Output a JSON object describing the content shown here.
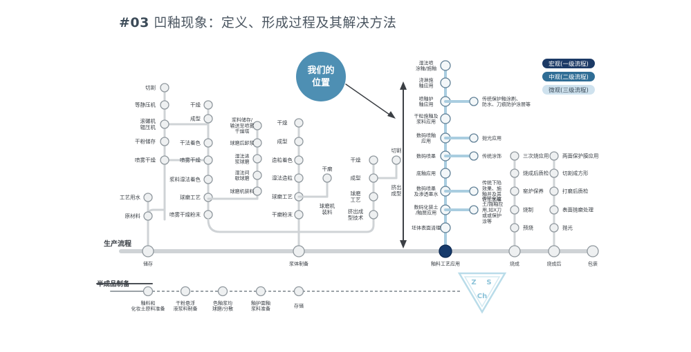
{
  "title": {
    "number": "#03",
    "text": "凹釉现象：定义、形成过程及其解决方法"
  },
  "bubble": {
    "line1": "我们的",
    "line2": "位置"
  },
  "legend": [
    {
      "label": "宏观(一级流程)",
      "color": "#1c3a66",
      "text_color": "#ffffff"
    },
    {
      "label": "中观(二级流程)",
      "color": "#2f6d95",
      "text_color": "#ffffff"
    },
    {
      "label": "微观(三级流程)",
      "color": "#cfe2ee",
      "text_color": "#3a4a58"
    }
  ],
  "main_line": {
    "label": "生产流程",
    "stations": [
      "储存",
      "浆体制备",
      "釉料工艺应用",
      "烧成",
      "烧成后",
      "包装"
    ]
  },
  "semi_line": {
    "label": "半成品制备",
    "stations": [
      "釉料和\n化妆土原料准备",
      "干粉悬浮\n液浆料制备",
      "色釉浆均\n球磨/分散",
      "釉护面釉\n浆料准备",
      "存储"
    ]
  },
  "branches": {
    "storage_left": [
      "切割",
      "等静压机",
      "滚碾机\n辊压机",
      "干粉储存",
      "喷雾干燥",
      "工艺用水",
      "原材料"
    ],
    "storage_right": [
      "干燥",
      "成型",
      "干法着色",
      "喷雾干燥",
      "浆料湿法着色",
      "球磨工艺",
      "喷雾干燥粉末"
    ],
    "mid1": [
      "浆料储存/\n输送至喷雾\n干燥塔",
      "球磨后卸浆",
      "湿法进\n浆球磨",
      "湿法间\n歇球磨",
      "球磨机装料"
    ],
    "mid2": [
      "干燥",
      "成型",
      "造粒着色",
      "湿法造粒",
      "球磨工艺",
      "干磨粉末"
    ],
    "mid2_side": [
      "干磨",
      "球磨机\n装料"
    ],
    "mid3": [
      "干燥",
      "成型",
      "球磨\n工艺",
      "挤出成\n型技术"
    ],
    "mid3_side": [
      "切割",
      "挤出\n成型"
    ],
    "glaze_col": [
      "湿法喷\n涂釉/施釉",
      "浇淋施\n釉应用",
      "喷釉护\n釉应用",
      "干粒施釉及\n浆料应用",
      "数码喷釉\n应用",
      "数码喷墨",
      "底釉应用",
      "数码喷墨\n及渗透墨水",
      "数码化装土\n/釉层应用",
      "坯体表面清理"
    ],
    "glaze_side": [
      "传统保护釉涂刷、\n防水、刀痕防护涂层等",
      "抛光应用",
      "传统涂饰",
      "传统下陷\n效果、施\n釉并及其\n它工艺等",
      "传统化妆\n土/施釉应\n用,如X刀\n或或保护\n涂等"
    ],
    "kiln_col": [
      "三次烧应用",
      "烧成后质检",
      "窑炉保养",
      "烧制",
      "预烧"
    ],
    "post_col": [
      "两面保护膜应用",
      "切割成方形",
      "打磨后质检",
      "表面抛磨处理",
      "抛光"
    ]
  },
  "logo": {
    "letters": [
      "Z",
      "S",
      "Ch"
    ]
  }
}
